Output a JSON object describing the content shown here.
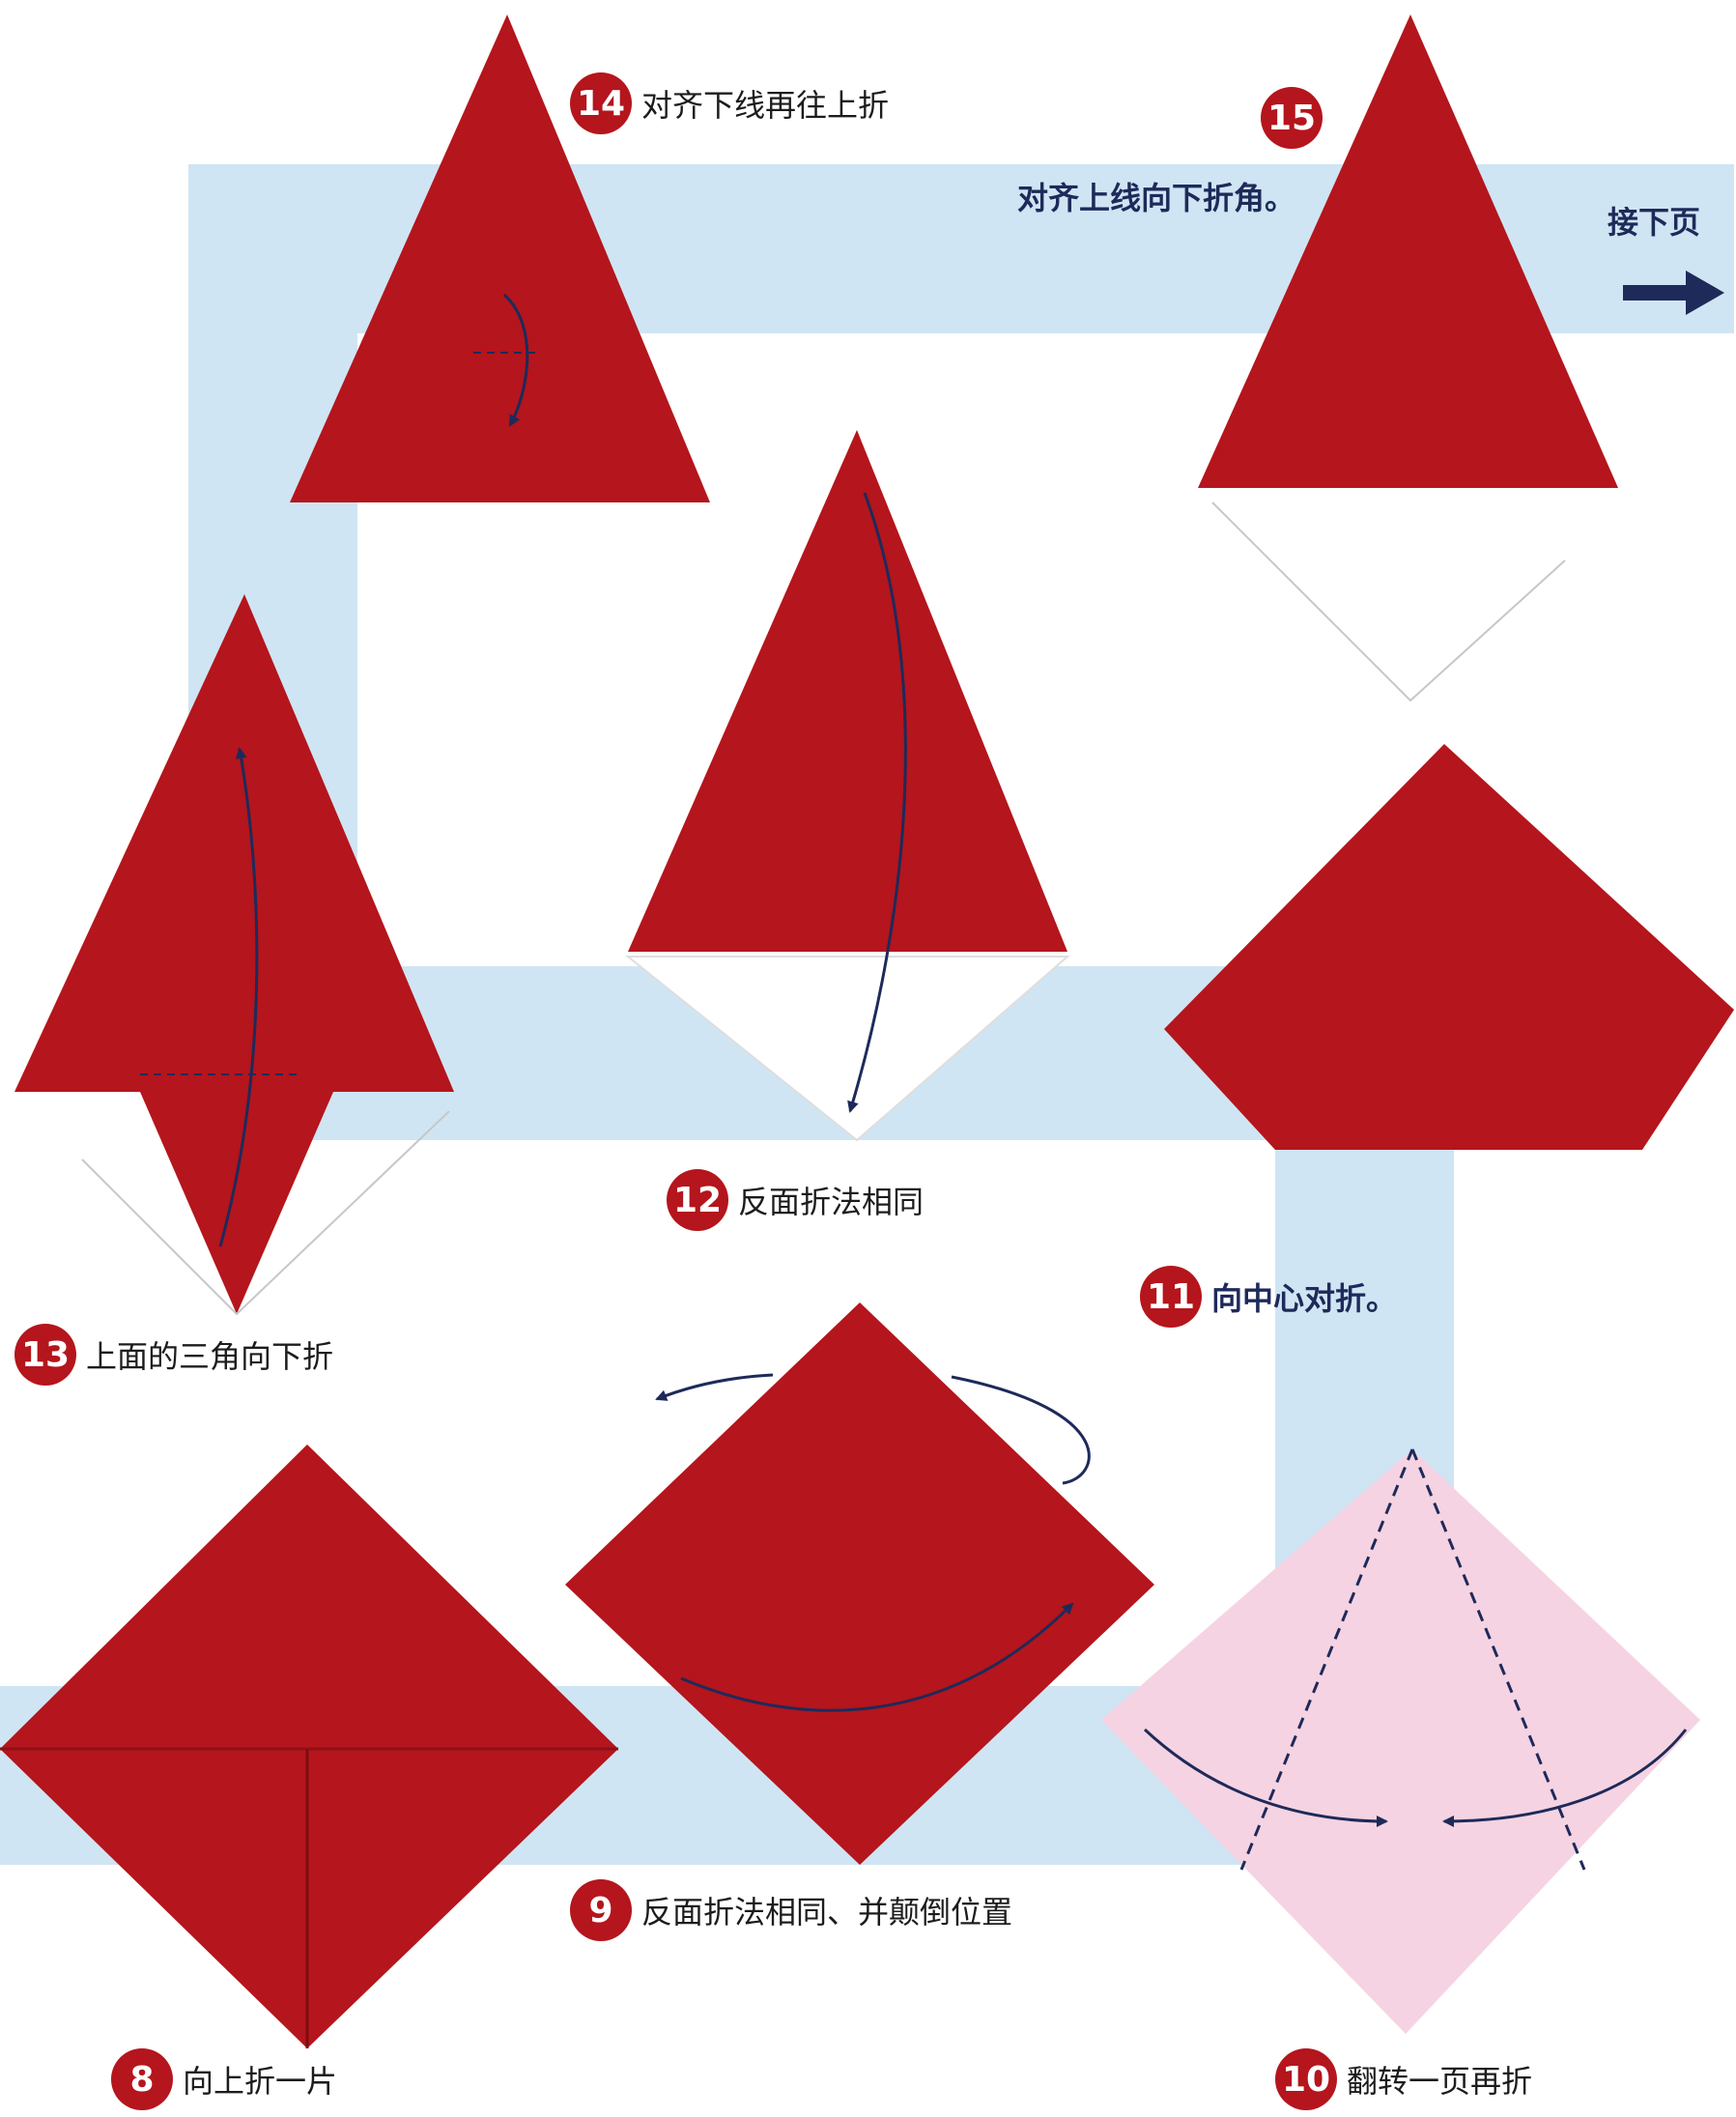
{
  "colors": {
    "paper_red": "#b5151c",
    "paper_pink": "#f6d3e2",
    "band_blue": "#cfe5f3",
    "arrow_navy": "#1e2a5a",
    "badge_red": "#b5151c"
  },
  "steps": [
    {
      "number": "14",
      "text": "对齐下线再往上折"
    },
    {
      "number": "15",
      "text": "对齐上线向下折角。"
    },
    {
      "number": "13",
      "text": "上面的三角向下折"
    },
    {
      "number": "12",
      "text": "反面折法相同"
    },
    {
      "number": "11",
      "text": "向中心对折。"
    },
    {
      "number": "9",
      "text": "反面折法相同、并颠倒位置"
    },
    {
      "number": "8",
      "text": "向上折一片"
    },
    {
      "number": "10",
      "text": "翻转一页再折"
    }
  ],
  "next_page": {
    "label": "接下页",
    "icon": "arrow-right-icon"
  }
}
